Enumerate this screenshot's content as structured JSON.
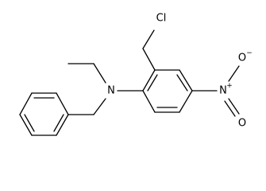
{
  "molecule": {
    "labels": {
      "chlorine": "Cl",
      "nitrogen_amine": "N",
      "nitrogen_nitro": "N",
      "oxygen_top": "O",
      "oxygen_bottom": "O",
      "charge_plus": "+",
      "charge_minus": "−"
    },
    "colors": {
      "bond": "#000000",
      "text": "#000000",
      "background": "#ffffff"
    }
  }
}
